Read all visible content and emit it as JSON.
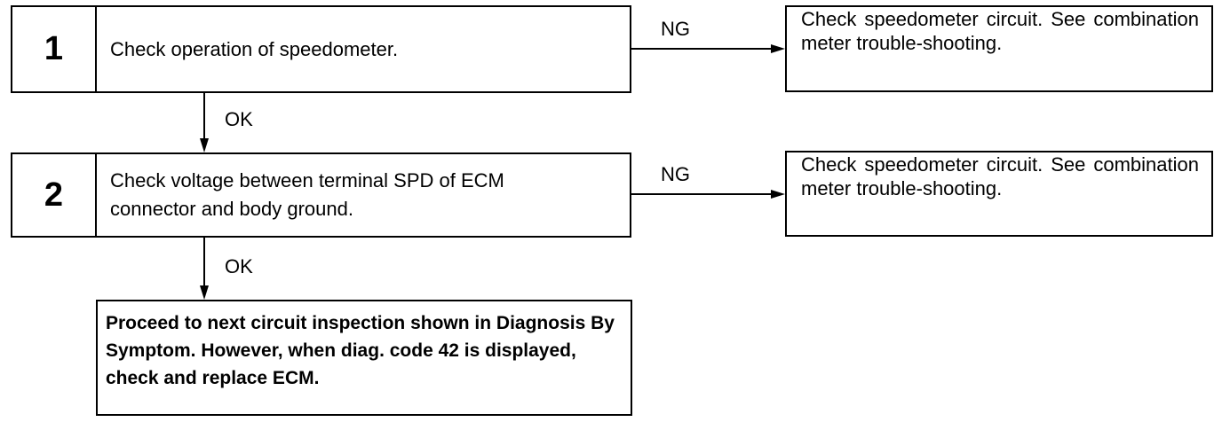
{
  "steps": [
    {
      "number": "1",
      "text": "Check operation of speedometer."
    },
    {
      "number": "2",
      "text": "Check voltage between terminal SPD of ECM connector and body ground."
    }
  ],
  "results": [
    {
      "label": "NG",
      "text": "Check speedometer circuit. See combination meter trouble-shooting."
    },
    {
      "label": "NG",
      "text": "Check speedometer circuit. See combination meter trouble-shooting."
    }
  ],
  "transitions": [
    {
      "label": "OK"
    },
    {
      "label": "OK"
    }
  ],
  "final": {
    "text": "Proceed to next circuit inspection shown in Diagnosis By Symptom. However, when diag. code 42 is displayed, check and replace ECM."
  }
}
